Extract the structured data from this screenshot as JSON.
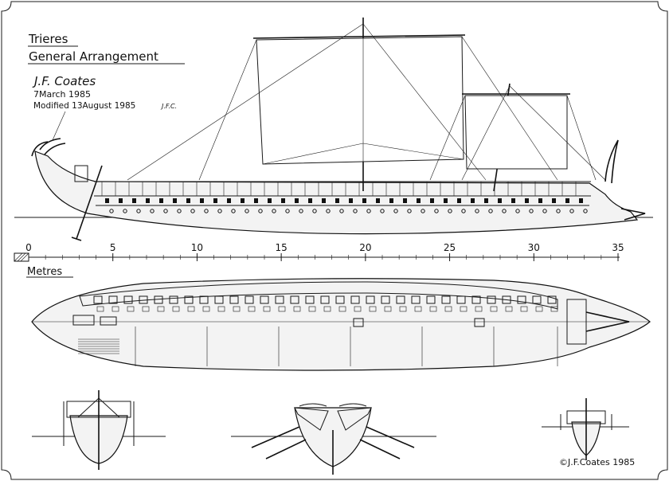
{
  "title": {
    "line1": "Trieres",
    "line2": "General Arrangement"
  },
  "author": {
    "signature": "J.F. Coates",
    "date": "7March 1985",
    "modified": "Modified 13August 1985",
    "modified_initials": "J.F.C."
  },
  "scale": {
    "ticks": [
      "0",
      "5",
      "10",
      "15",
      "20",
      "25",
      "30",
      "35"
    ],
    "unit_label": "Metres"
  },
  "copyright": "©J.F.Coates 1985"
}
